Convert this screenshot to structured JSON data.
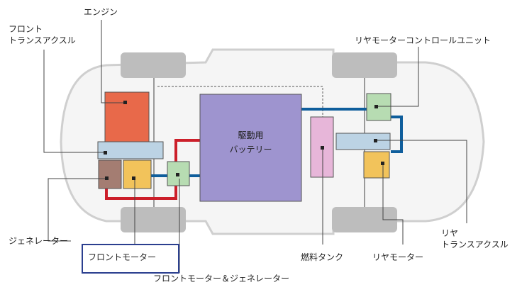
{
  "labels": {
    "engine": "エンジン",
    "front_transaxle_1": "フロント",
    "front_transaxle_2": "トランスアクスル",
    "rear_control_unit": "リヤモーターコントロールユニット",
    "battery_1": "駆動用",
    "battery_2": "バッテリー",
    "generator": "ジェネレーター",
    "front_motor": "フロントモーター",
    "front_motor_generator": "フロントモーター＆ジェネレーター",
    "fuel_tank": "燃料タンク",
    "rear_motor": "リヤモーター",
    "rear_transaxle_1": "リヤ",
    "rear_transaxle_2": "トランスアクスル"
  },
  "colors": {
    "engine": "#e8694a",
    "transaxle": "#bcd3e4",
    "generator": "#a47d72",
    "motor": "#f2c35b",
    "pcu": "#b7dcb2",
    "battery": "#9e94cf",
    "fuel_tank": "#e7b6d9",
    "wheel": "#bdbdbd",
    "body_outline": "#cfcfcf",
    "hv_cable": "#cc1f2a",
    "motor_cable": "#0f5e9c",
    "highlight": "#2b3f8f"
  }
}
